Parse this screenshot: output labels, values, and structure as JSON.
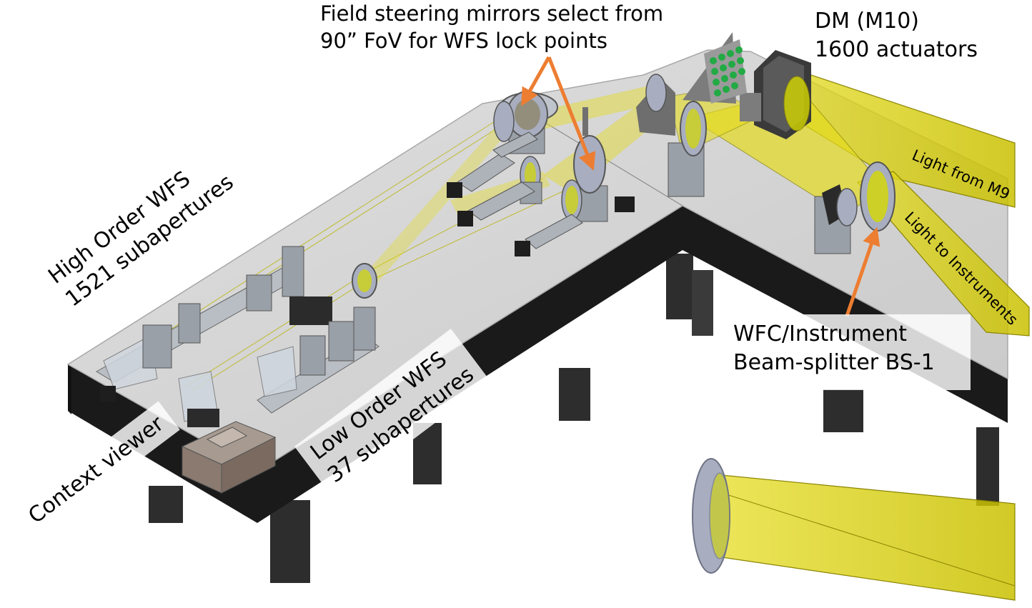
{
  "labels": {
    "field_steering": {
      "line1": "Field steering mirrors select from",
      "line2": "90” FoV for WFS lock points"
    },
    "dm": {
      "line1": "DM (M10)",
      "line2": "1600 actuators"
    },
    "light_from": "Light from M9",
    "light_to": "Light to Instruments",
    "high_order": {
      "line1": "High Order WFS",
      "line2": "1521 subapertures"
    },
    "low_order": {
      "line1": "Low Order WFS",
      "line2": "37 subapertures"
    },
    "context_viewer": "Context viewer",
    "beam_splitter": {
      "line1": "WFC/Instrument",
      "line2": "Beam-splitter BS-1"
    }
  },
  "colors": {
    "beam_fill": "#d9d000",
    "beam_stroke": "#8a8400",
    "table_top": "#d4d4d4",
    "table_side": "#1a1a1a",
    "leg": "#2d2d2d",
    "arrow": "#ed7d31",
    "mount": "#9aa0a8",
    "ring": "#a8aec0",
    "camera_box": "#8a7a70"
  }
}
